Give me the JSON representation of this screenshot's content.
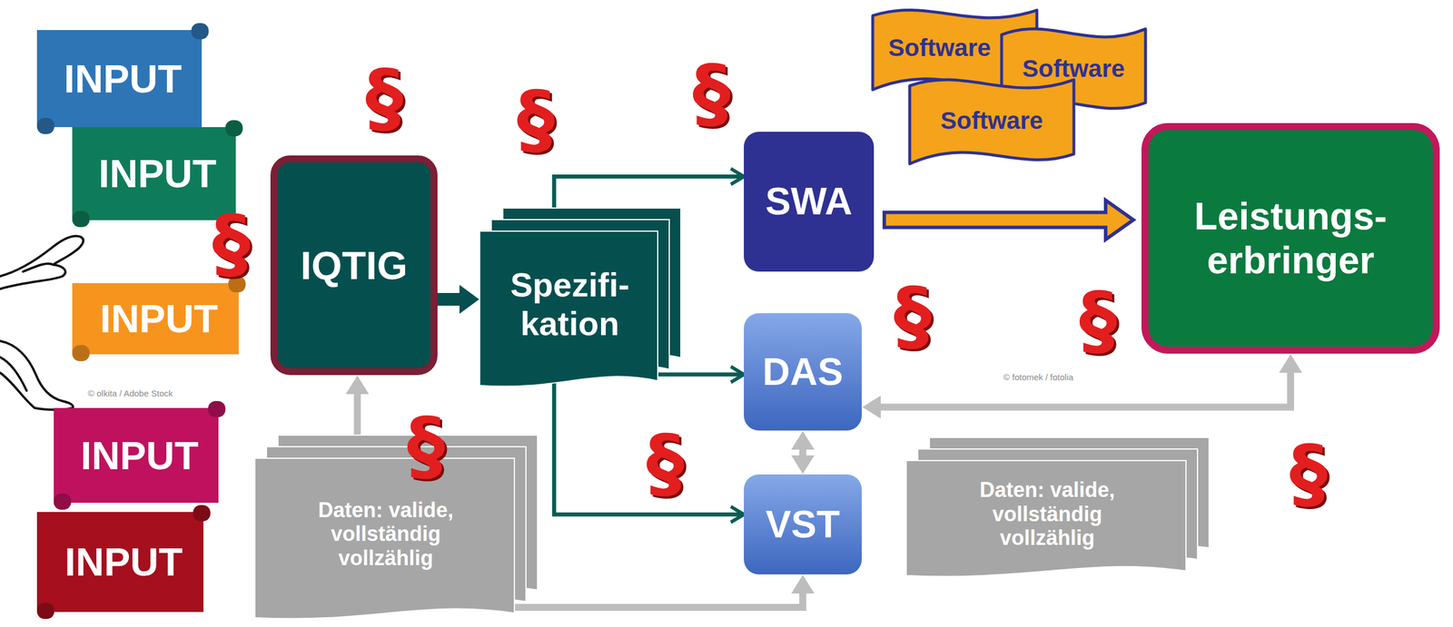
{
  "diagram": {
    "nodes": [
      {
        "text": [
          "INPUT"
        ]
      },
      {
        "text": [
          "INPUT"
        ]
      },
      {
        "text": [
          "INPUT"
        ]
      },
      {
        "text": [
          "INPUT"
        ]
      },
      {
        "text": [
          "INPUT"
        ]
      },
      {
        "text": [
          "IQTIG"
        ]
      },
      {
        "text": [
          "Spezifi- kation"
        ]
      },
      {
        "text": [
          "SWA"
        ]
      },
      {
        "text": [
          "DAS"
        ]
      },
      {
        "text": [
          "VST"
        ]
      },
      {
        "text": [
          "Leistungs- erbringer"
        ]
      },
      {
        "text": [
          "Software"
        ]
      },
      {
        "text": [
          "Software"
        ]
      },
      {
        "text": [
          "Software"
        ]
      },
      {
        "text": [
          "Daten: valide, vollständig vollzählig"
        ]
      },
      {
        "text": [
          "Daten: valide, vollständig vollzählig"
        ]
      }
    ],
    "edges": [
      {
        "from": 5,
        "to": 6,
        "arrow": "to"
      },
      {
        "from": 6,
        "to": 7,
        "arrow": "to"
      },
      {
        "from": 6,
        "to": 8,
        "arrow": "to"
      },
      {
        "from": 6,
        "to": 9,
        "arrow": "to"
      },
      {
        "from": 7,
        "to": 10,
        "arrow": "to"
      },
      {
        "from": 10,
        "to": 8,
        "arrow": "both"
      },
      {
        "from": 8,
        "to": 9,
        "arrow": "both"
      },
      {
        "from": 14,
        "to": 5,
        "arrow": "to"
      },
      {
        "from": 14,
        "to": 9,
        "arrow": "to"
      }
    ],
    "labels": [
      "§",
      "§",
      "§",
      "§",
      "§",
      "§",
      "§",
      "§",
      "§",
      "© olkita / Adobe Stock",
      "© fotomek / fotolia"
    ]
  }
}
